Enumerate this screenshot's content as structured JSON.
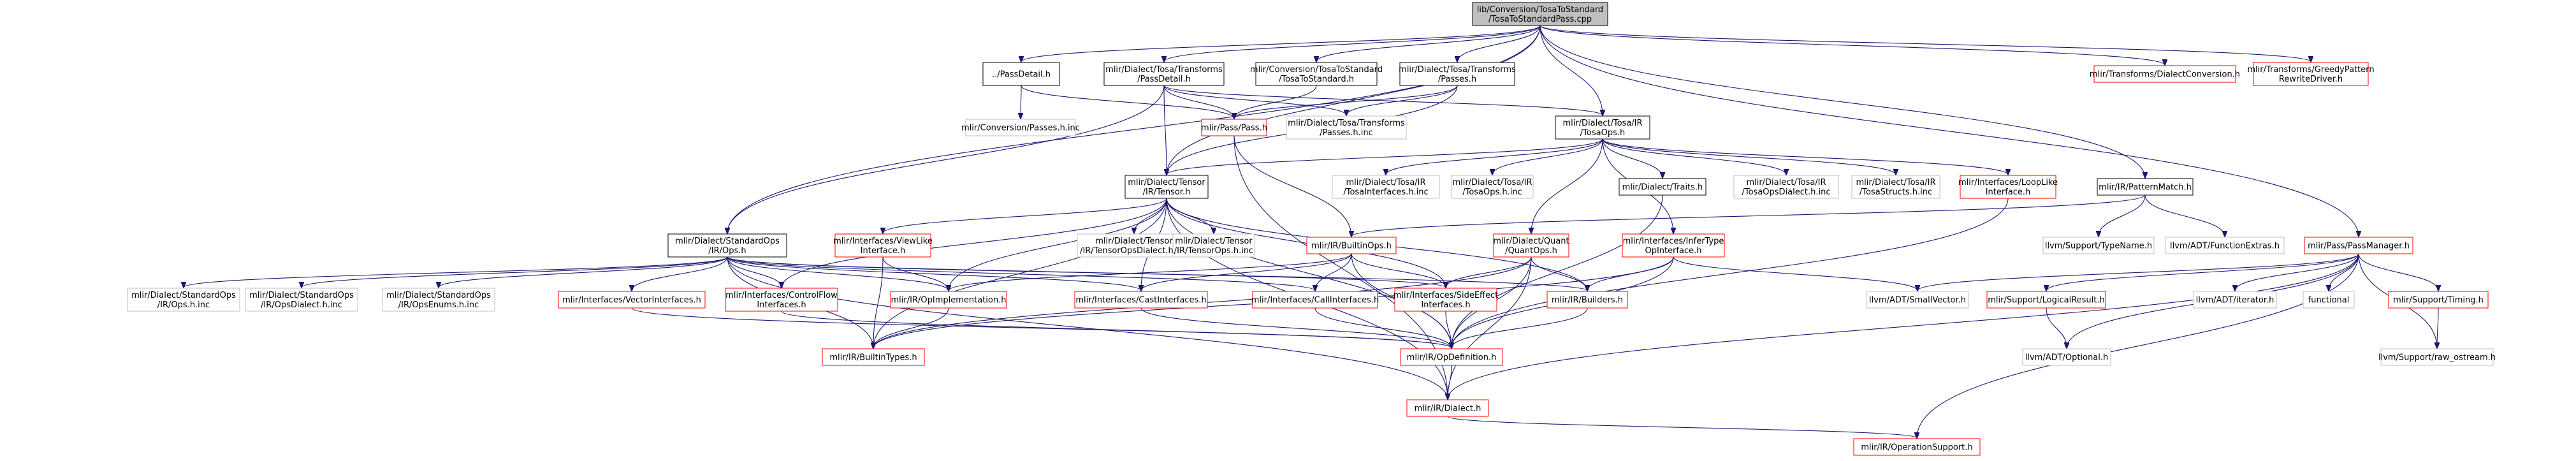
{
  "graph": {
    "colors": {
      "root_fill": "#bfbfbf",
      "black_border": "#000000",
      "red_border": "#ff0000",
      "grey_border": "#bfbfbf",
      "edge": "#191970"
    },
    "nodes": [
      {
        "id": "root",
        "style": "root",
        "lines": [
          "lib/Conversion/TosaToStandard",
          "/TosaToStandardPass.cpp"
        ]
      },
      {
        "id": "passdetail",
        "style": "black",
        "lines": [
          "../PassDetail.h"
        ]
      },
      {
        "id": "tosa_transforms_passdetail",
        "style": "black",
        "lines": [
          "mlir/Dialect/Tosa/Transforms",
          "/PassDetail.h"
        ]
      },
      {
        "id": "conv_tosatostandard",
        "style": "black",
        "lines": [
          "mlir/Conversion/TosaToStandard",
          "/TosaToStandard.h"
        ]
      },
      {
        "id": "tosa_transforms_passes",
        "style": "black",
        "lines": [
          "mlir/Dialect/Tosa/Transforms",
          "/Passes.h"
        ]
      },
      {
        "id": "dialectconversion",
        "style": "red",
        "lines": [
          "mlir/Transforms/DialectConversion.h"
        ]
      },
      {
        "id": "greedypattern",
        "style": "red",
        "lines": [
          "mlir/Transforms/GreedyPattern",
          "RewriteDriver.h"
        ]
      },
      {
        "id": "conv_passes_inc",
        "style": "grey",
        "lines": [
          "mlir/Conversion/Passes.h.inc"
        ]
      },
      {
        "id": "pass_h",
        "style": "red",
        "lines": [
          "mlir/Pass/Pass.h"
        ]
      },
      {
        "id": "tosa_passes_inc",
        "style": "grey",
        "lines": [
          "mlir/Dialect/Tosa/Transforms",
          "/Passes.h.inc"
        ]
      },
      {
        "id": "tosaops",
        "style": "black",
        "lines": [
          "mlir/Dialect/Tosa/IR",
          "/TosaOps.h"
        ]
      },
      {
        "id": "tensor",
        "style": "black",
        "lines": [
          "mlir/Dialect/Tensor",
          "/IR/Tensor.h"
        ]
      },
      {
        "id": "tosainterfaces_inc",
        "style": "grey",
        "lines": [
          "mlir/Dialect/Tosa/IR",
          "/TosaInterfaces.h.inc"
        ]
      },
      {
        "id": "tosaops_inc",
        "style": "grey",
        "lines": [
          "mlir/Dialect/Tosa/IR",
          "/TosaOps.h.inc"
        ]
      },
      {
        "id": "traits",
        "style": "black",
        "lines": [
          "mlir/Dialect/Traits.h"
        ]
      },
      {
        "id": "tosaopsdialect_inc",
        "style": "grey",
        "lines": [
          "mlir/Dialect/Tosa/IR",
          "/TosaOpsDialect.h.inc"
        ]
      },
      {
        "id": "tosastructs_inc",
        "style": "grey",
        "lines": [
          "mlir/Dialect/Tosa/IR",
          "/TosaStructs.h.inc"
        ]
      },
      {
        "id": "looplike",
        "style": "red",
        "lines": [
          "mlir/Interfaces/LoopLike",
          "Interface.h"
        ]
      },
      {
        "id": "patternmatch",
        "style": "black",
        "lines": [
          "mlir/IR/PatternMatch.h"
        ]
      },
      {
        "id": "stdops",
        "style": "black",
        "lines": [
          "mlir/Dialect/StandardOps",
          "/IR/Ops.h"
        ]
      },
      {
        "id": "viewlike",
        "style": "red",
        "lines": [
          "mlir/Interfaces/ViewLike",
          "Interface.h"
        ]
      },
      {
        "id": "tensoropsdialect_inc",
        "style": "grey",
        "lines": [
          "mlir/Dialect/Tensor",
          "/IR/TensorOpsDialect.h.inc"
        ]
      },
      {
        "id": "tensorops_inc",
        "style": "grey",
        "lines": [
          "mlir/Dialect/Tensor",
          "/IR/TensorOps.h.inc"
        ]
      },
      {
        "id": "builtinops",
        "style": "red",
        "lines": [
          "mlir/IR/BuiltinOps.h"
        ]
      },
      {
        "id": "quantops",
        "style": "red",
        "lines": [
          "mlir/Dialect/Quant",
          "/QuantOps.h"
        ]
      },
      {
        "id": "infertype",
        "style": "red",
        "lines": [
          "mlir/Interfaces/InferType",
          "OpInterface.h"
        ]
      },
      {
        "id": "typename",
        "style": "grey",
        "lines": [
          "llvm/Support/TypeName.h"
        ]
      },
      {
        "id": "functionextras",
        "style": "grey",
        "lines": [
          "llvm/ADT/FunctionExtras.h"
        ]
      },
      {
        "id": "passmanager",
        "style": "red",
        "lines": [
          "mlir/Pass/PassManager.h"
        ]
      },
      {
        "id": "stdops_inc",
        "style": "grey",
        "lines": [
          "mlir/Dialect/StandardOps",
          "/IR/Ops.h.inc"
        ]
      },
      {
        "id": "stdopsdialect_inc",
        "style": "grey",
        "lines": [
          "mlir/Dialect/StandardOps",
          "/IR/OpsDialect.h.inc"
        ]
      },
      {
        "id": "stdopsenums_inc",
        "style": "grey",
        "lines": [
          "mlir/Dialect/StandardOps",
          "/IR/OpsEnums.h.inc"
        ]
      },
      {
        "id": "vectorinterfaces",
        "style": "red",
        "lines": [
          "mlir/Interfaces/VectorInterfaces.h"
        ]
      },
      {
        "id": "controlflow",
        "style": "red",
        "lines": [
          "mlir/Interfaces/ControlFlow",
          "Interfaces.h"
        ]
      },
      {
        "id": "opimplementation",
        "style": "red",
        "lines": [
          "mlir/IR/OpImplementation.h"
        ]
      },
      {
        "id": "castinterfaces",
        "style": "red",
        "lines": [
          "mlir/Interfaces/CastInterfaces.h"
        ]
      },
      {
        "id": "callinterfaces",
        "style": "red",
        "lines": [
          "mlir/Interfaces/CallInterfaces.h"
        ]
      },
      {
        "id": "sideeffect",
        "style": "red",
        "lines": [
          "mlir/Interfaces/SideEffect",
          "Interfaces.h"
        ]
      },
      {
        "id": "builders",
        "style": "red",
        "lines": [
          "mlir/IR/Builders.h"
        ]
      },
      {
        "id": "smallvector",
        "style": "grey",
        "lines": [
          "llvm/ADT/SmallVector.h"
        ]
      },
      {
        "id": "logicalresult",
        "style": "red",
        "lines": [
          "mlir/Support/LogicalResult.h"
        ]
      },
      {
        "id": "iterator",
        "style": "grey",
        "lines": [
          "llvm/ADT/iterator.h"
        ]
      },
      {
        "id": "functional",
        "style": "grey",
        "lines": [
          "functional"
        ]
      },
      {
        "id": "timing",
        "style": "red",
        "lines": [
          "mlir/Support/Timing.h"
        ]
      },
      {
        "id": "builtintypes",
        "style": "red",
        "lines": [
          "mlir/IR/BuiltinTypes.h"
        ]
      },
      {
        "id": "opdefinition",
        "style": "red",
        "lines": [
          "mlir/IR/OpDefinition.h"
        ]
      },
      {
        "id": "optional",
        "style": "grey",
        "lines": [
          "llvm/ADT/Optional.h"
        ]
      },
      {
        "id": "raw_ostream",
        "style": "grey",
        "lines": [
          "llvm/Support/raw_ostream.h"
        ]
      },
      {
        "id": "dialect",
        "style": "red",
        "lines": [
          "mlir/IR/Dialect.h"
        ]
      },
      {
        "id": "operationsupport",
        "style": "red",
        "lines": [
          "mlir/IR/OperationSupport.h"
        ]
      }
    ],
    "edges": [
      [
        "root",
        "passdetail"
      ],
      [
        "root",
        "tosa_transforms_passdetail"
      ],
      [
        "root",
        "conv_tosatostandard"
      ],
      [
        "root",
        "tosa_transforms_passes"
      ],
      [
        "root",
        "dialectconversion"
      ],
      [
        "root",
        "greedypattern"
      ],
      [
        "root",
        "tosaops"
      ],
      [
        "root",
        "tensor"
      ],
      [
        "root",
        "patternmatch"
      ],
      [
        "root",
        "stdops"
      ],
      [
        "root",
        "passmanager"
      ],
      [
        "passdetail",
        "conv_passes_inc"
      ],
      [
        "passdetail",
        "pass_h"
      ],
      [
        "tosa_transforms_passdetail",
        "pass_h"
      ],
      [
        "tosa_transforms_passdetail",
        "tosa_passes_inc"
      ],
      [
        "tosa_transforms_passdetail",
        "tensor"
      ],
      [
        "tosa_transforms_passdetail",
        "stdops"
      ],
      [
        "tosa_transforms_passdetail",
        "tosaops"
      ],
      [
        "conv_tosatostandard",
        "pass_h"
      ],
      [
        "tosa_transforms_passes",
        "pass_h"
      ],
      [
        "tosa_transforms_passes",
        "tosa_passes_inc"
      ],
      [
        "tosa_transforms_passes",
        "tensor"
      ],
      [
        "pass_h",
        "builtinops"
      ],
      [
        "pass_h",
        "dialect"
      ],
      [
        "tosaops",
        "tensor"
      ],
      [
        "tosaops",
        "tosainterfaces_inc"
      ],
      [
        "tosaops",
        "tosaops_inc"
      ],
      [
        "tosaops",
        "traits"
      ],
      [
        "tosaops",
        "tosaopsdialect_inc"
      ],
      [
        "tosaops",
        "tosastructs_inc"
      ],
      [
        "tosaops",
        "looplike"
      ],
      [
        "tosaops",
        "quantops"
      ],
      [
        "tosaops",
        "infertype"
      ],
      [
        "tensor",
        "viewlike"
      ],
      [
        "tensor",
        "tensoropsdialect_inc"
      ],
      [
        "tensor",
        "tensorops_inc"
      ],
      [
        "tensor",
        "controlflow"
      ],
      [
        "tensor",
        "opimplementation"
      ],
      [
        "tensor",
        "castinterfaces"
      ],
      [
        "tensor",
        "sideeffect"
      ],
      [
        "tensor",
        "builtintypes"
      ],
      [
        "tensor",
        "opdefinition"
      ],
      [
        "tensor",
        "dialect"
      ],
      [
        "tensor",
        "builders"
      ],
      [
        "traits",
        "opdefinition"
      ],
      [
        "looplike",
        "opdefinition"
      ],
      [
        "patternmatch",
        "builtinops"
      ],
      [
        "patternmatch",
        "typename"
      ],
      [
        "patternmatch",
        "functionextras"
      ],
      [
        "stdops",
        "stdops_inc"
      ],
      [
        "stdops",
        "stdopsdialect_inc"
      ],
      [
        "stdops",
        "stdopsenums_inc"
      ],
      [
        "stdops",
        "vectorinterfaces"
      ],
      [
        "stdops",
        "controlflow"
      ],
      [
        "stdops",
        "opimplementation"
      ],
      [
        "stdops",
        "castinterfaces"
      ],
      [
        "stdops",
        "callinterfaces"
      ],
      [
        "stdops",
        "sideeffect"
      ],
      [
        "stdops",
        "builtintypes"
      ],
      [
        "stdops",
        "dialect"
      ],
      [
        "stdops",
        "builders"
      ],
      [
        "viewlike",
        "opimplementation"
      ],
      [
        "viewlike",
        "builtintypes"
      ],
      [
        "builtinops",
        "opdefinition"
      ],
      [
        "builtinops",
        "castinterfaces"
      ],
      [
        "builtinops",
        "callinterfaces"
      ],
      [
        "builtinops",
        "sideeffect"
      ],
      [
        "builtinops",
        "opimplementation"
      ],
      [
        "quantops",
        "opdefinition"
      ],
      [
        "quantops",
        "sideeffect"
      ],
      [
        "quantops",
        "builders"
      ],
      [
        "quantops",
        "builtintypes"
      ],
      [
        "quantops",
        "dialect"
      ],
      [
        "infertype",
        "builders"
      ],
      [
        "infertype",
        "opdefinition"
      ],
      [
        "infertype",
        "smallvector"
      ],
      [
        "infertype",
        "builtintypes"
      ],
      [
        "passmanager",
        "smallvector"
      ],
      [
        "passmanager",
        "logicalresult"
      ],
      [
        "passmanager",
        "iterator"
      ],
      [
        "passmanager",
        "functional"
      ],
      [
        "passmanager",
        "timing"
      ],
      [
        "passmanager",
        "optional"
      ],
      [
        "passmanager",
        "raw_ostream"
      ],
      [
        "passmanager",
        "dialect"
      ],
      [
        "passmanager",
        "operationsupport"
      ],
      [
        "vectorinterfaces",
        "opdefinition"
      ],
      [
        "controlflow",
        "opdefinition"
      ],
      [
        "opimplementation",
        "builtintypes"
      ],
      [
        "castinterfaces",
        "opdefinition"
      ],
      [
        "callinterfaces",
        "opdefinition"
      ],
      [
        "sideeffect",
        "opdefinition"
      ],
      [
        "builders",
        "opdefinition"
      ],
      [
        "logicalresult",
        "optional"
      ],
      [
        "timing",
        "raw_ostream"
      ],
      [
        "opdefinition",
        "dialect"
      ],
      [
        "dialect",
        "operationsupport"
      ]
    ]
  }
}
